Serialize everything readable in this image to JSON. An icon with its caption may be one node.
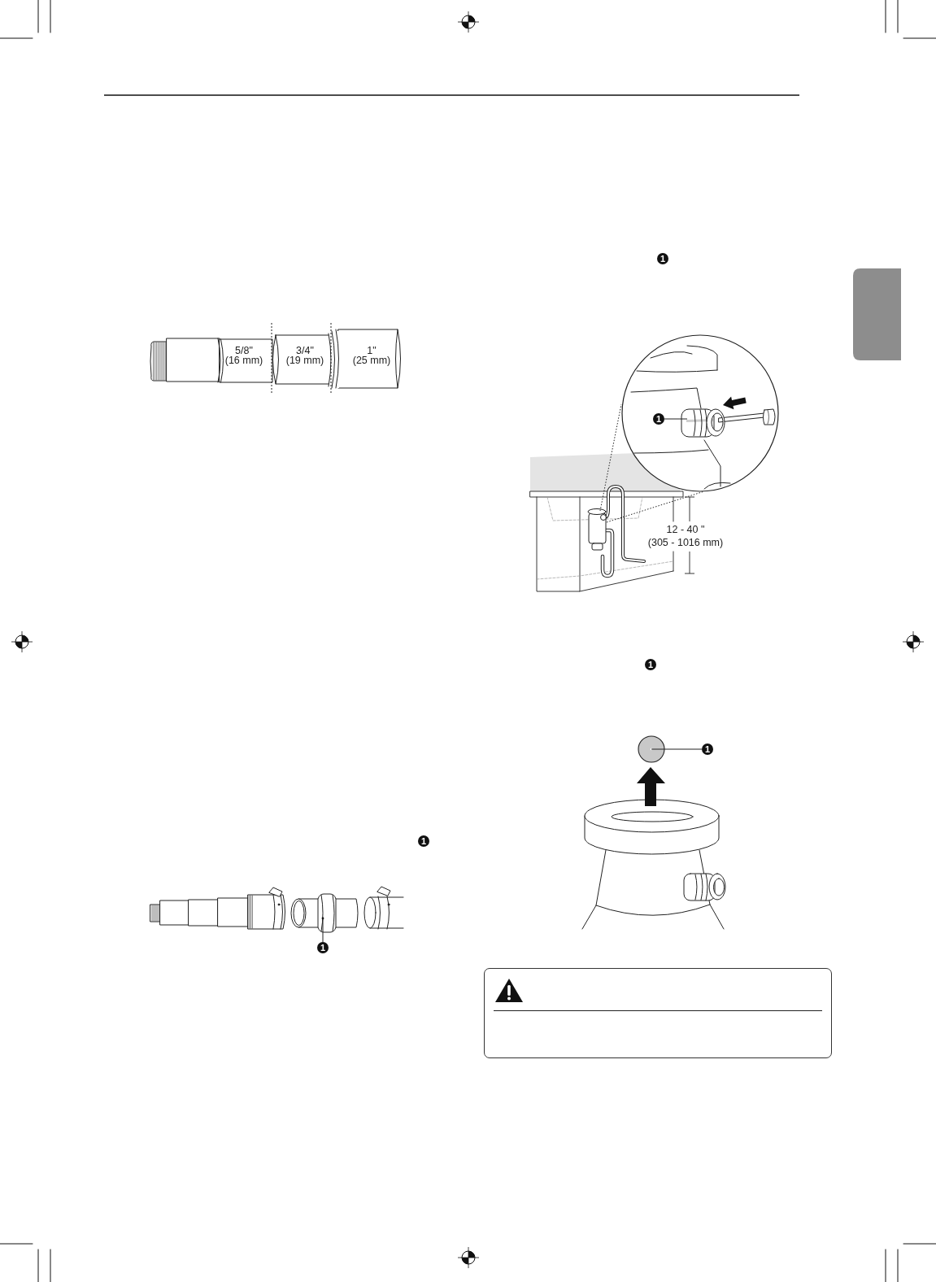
{
  "diagram": {
    "nodes": [
      {
        "text": [
          "1"
        ]
      },
      {
        "text": [],
        "shape": "picture"
      },
      {
        "text": [
          "1"
        ]
      },
      {
        "text": [],
        "shape": "picture"
      },
      {
        "text": [
          "1"
        ]
      },
      {
        "text": [],
        "shape": "circle"
      },
      {
        "text": [],
        "shape": "box"
      }
    ],
    "edges": [
      {
        "from": 0,
        "to": 1,
        "arrow": "none"
      },
      {
        "from": 2,
        "to": 3,
        "arrow": "none"
      },
      {
        "from": 4,
        "to": 5,
        "arrow": "none"
      }
    ],
    "labels": [
      "5/8\" (16 mm)",
      "3/4\" (19 mm)",
      "1\" (25 mm)",
      "1",
      "1",
      "12 - 40 \" (305 - 1016 mm)",
      "1"
    ]
  }
}
